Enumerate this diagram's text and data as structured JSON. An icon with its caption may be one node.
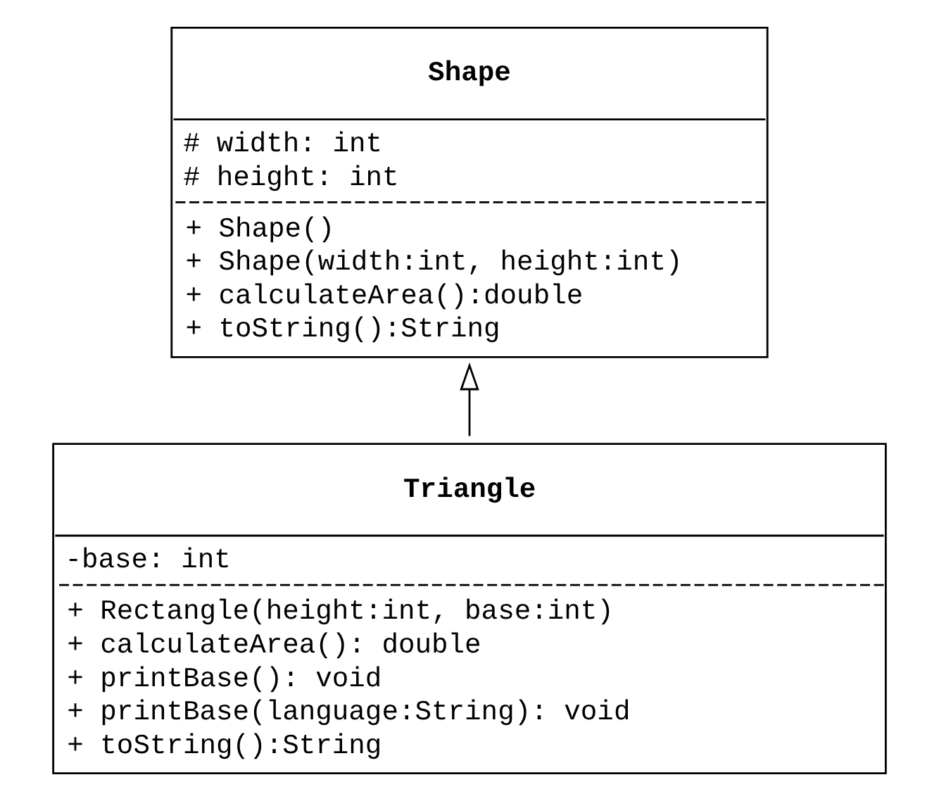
{
  "diagram": {
    "nodes": [
      {
        "text": [
          "Shape",
          "# width: int",
          "# height: int",
          "+ Shape()",
          "+ Shape(width:int, height:int)",
          "+ calculateArea():double",
          "+ toString():String"
        ]
      },
      {
        "text": [
          "Triangle",
          "-base: int",
          "+ Rectangle(height:int, base:int)",
          "+ calculateArea(): double",
          "+ printBase(): void",
          "+ printBase(language:String): void",
          "+ toString():String"
        ]
      }
    ],
    "edges": [
      {
        "from": 1,
        "to": 0,
        "arrow": "to"
      }
    ]
  }
}
